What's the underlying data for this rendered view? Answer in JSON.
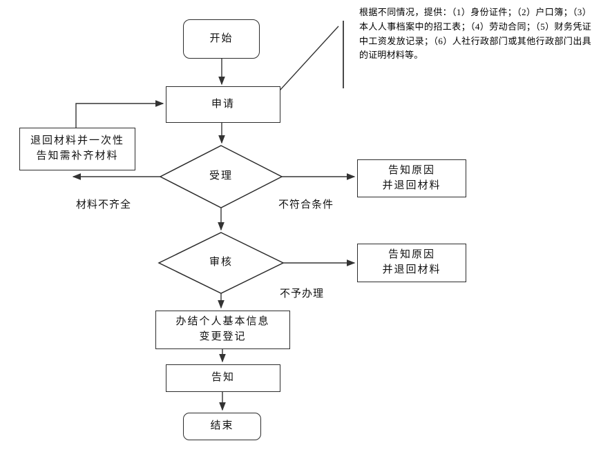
{
  "nodes": {
    "start": {
      "label": "开始"
    },
    "apply": {
      "label": "申请"
    },
    "accept": {
      "label": "受理"
    },
    "review": {
      "label": "审核"
    },
    "return_materials": {
      "label": "退回材料并一次性\n告知需补齐材料"
    },
    "reject_accept": {
      "label": "告知原因\n并退回材料"
    },
    "reject_review": {
      "label": "告知原因\n并退回材料"
    },
    "complete": {
      "label": "办结个人基本信息\n变更登记"
    },
    "notify": {
      "label": "告知"
    },
    "end": {
      "label": "结束"
    }
  },
  "edge_labels": {
    "incomplete": "材料不齐全",
    "not_eligible": "不符合条件",
    "not_processed": "不予办理"
  },
  "annotation": {
    "text": "根据不同情况，提供：（1）身份证件；（2）户口簿；（3）本人人事档案中的招工表；（4）劳动合同；（5）财务凭证中工资发放记录；（6）人社行政部门或其他行政部门出具的证明材料等。"
  },
  "colors": {
    "line": "#333333",
    "border": "#2b2b2b",
    "text": "#111111",
    "background": "#ffffff"
  }
}
